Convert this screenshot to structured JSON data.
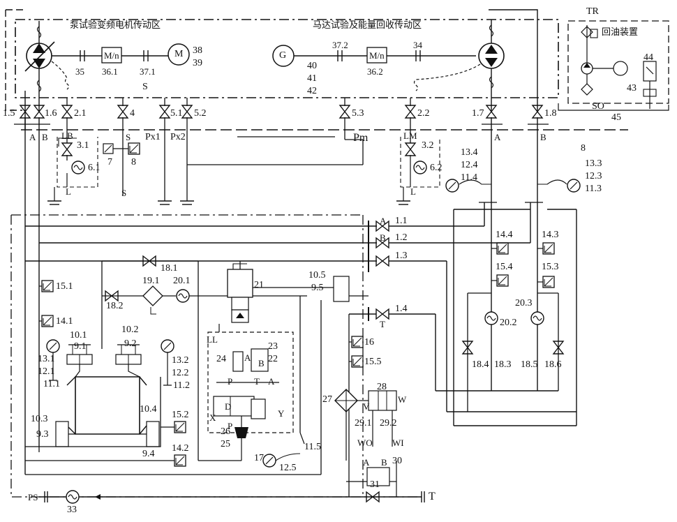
{
  "zones": {
    "pump_zone": "泵试验变频电机传动区",
    "motor_zone": "马达试验及能量回收传动区",
    "return_device": "回油装置"
  },
  "labels": {
    "TR": "TR",
    "SO": "SO",
    "S_top": "S",
    "S1": "S",
    "S2": "S",
    "Px1": "Px1",
    "Px2": "Px2",
    "Pm": "Pm",
    "LB": "LB",
    "LM": "LM",
    "L1": "L",
    "L2": "L",
    "LL": "LL",
    "A1": "A",
    "B1": "B",
    "A2": "A",
    "B2": "B",
    "A_11": "A",
    "B_12": "B",
    "T_14": "T",
    "PS": "PS",
    "T_out": "T",
    "G": "G",
    "M": "M",
    "Mn1": "M/n",
    "Mn2": "M/n",
    "W": "W",
    "V1": "V",
    "WO": "WO",
    "WI": "WI",
    "A30": "A",
    "B30": "B",
    "P_a": "P",
    "T_a": "T",
    "A_a": "A",
    "P_b": "P",
    "T_b": "T",
    "A_b": "A",
    "D": "D",
    "X": "X",
    "Y": "Y",
    "A_21": "A",
    "B_22": "B",
    "P_21": "P"
  },
  "numbers": {
    "n35": "35",
    "n36_1": "36.1",
    "n37_1": "37.1",
    "n38": "38",
    "n39": "39",
    "n37_2": "37.2",
    "n36_2": "36.2",
    "n34": "34",
    "n40": "40",
    "n41": "41",
    "n42": "42",
    "n44": "44",
    "n43": "43",
    "n45": "45",
    "n1_5": "1.5",
    "n1_6": "1.6",
    "n2_1": "2.1",
    "n4": "4",
    "n5_1": "5.1",
    "n5_2": "5.2",
    "n5_3": "5.3",
    "n2_2": "2.2",
    "n1_7": "1.7",
    "n1_8": "1.8",
    "n3_1": "3.1",
    "n6_1": "6.1",
    "n7": "7",
    "n8a": "8",
    "n3_2": "3.2",
    "n6_2": "6.2",
    "n13_4": "13.4",
    "n12_4": "12.4",
    "n11_4": "11.4",
    "n8b": "8",
    "n13_3": "13.3",
    "n12_3": "12.3",
    "n11_3": "11.3",
    "n1_1": "1.1",
    "n1_2": "1.2",
    "n1_3": "1.3",
    "n1_4": "1.4",
    "n14_4": "14.4",
    "n14_3": "14.3",
    "n15_4": "15.4",
    "n15_3": "15.3",
    "n20_3": "20.3",
    "n20_2": "20.2",
    "n18_4": "18.4",
    "n18_3": "18.3",
    "n18_5": "18.5",
    "n18_6": "18.6",
    "n18_1": "18.1",
    "n18_2": "18.2",
    "n19_1": "19.1",
    "n20_1": "20.1",
    "n21": "21",
    "n10_5": "10.5",
    "n9_5": "9.5",
    "n15_1": "15.1",
    "n14_1": "14.1",
    "n10_1": "10.1",
    "n9_1": "9.1",
    "n10_2": "10.2",
    "n9_2": "9.2",
    "n13_1": "13.1",
    "n12_1": "12.1",
    "n11_1": "11.1",
    "n13_2": "13.2",
    "n12_2": "12.2",
    "n11_2": "11.2",
    "n10_3": "10.3",
    "n9_3": "9.3",
    "n10_4": "10.4",
    "n9_4": "9.4",
    "n15_2": "15.2",
    "n14_2": "14.2",
    "n23": "23",
    "n24": "24",
    "n22": "22",
    "n26": "26",
    "n25": "25",
    "n17": "17",
    "n12_5": "12.5",
    "n11_5": "11.5",
    "n16": "16",
    "n15_5": "15.5",
    "n27": "27",
    "n28": "28",
    "n29_1": "29.1",
    "n29_2": "29.2",
    "n30": "30",
    "n31": "31",
    "n33": "33"
  }
}
